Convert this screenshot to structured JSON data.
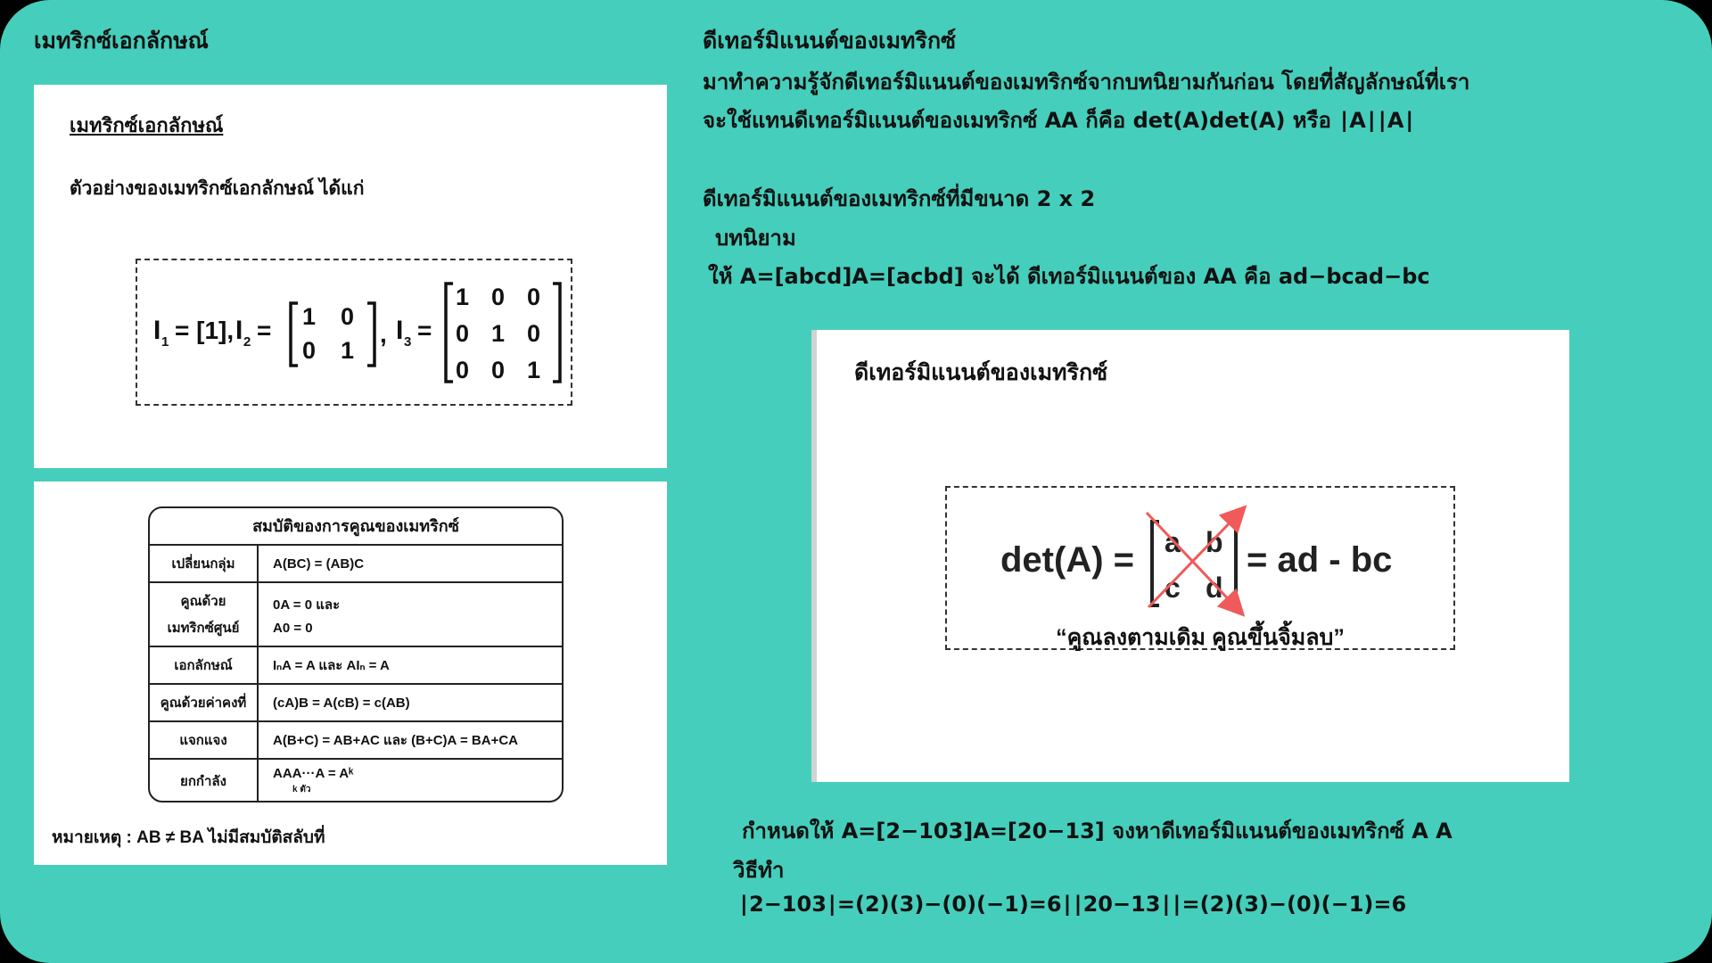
{
  "left": {
    "heading": "เมทริกซ์เอกลักษณ์",
    "card1": {
      "title": "เมทริกซ์เอกลักษณ์",
      "subtitle": "ตัวอย่างของเมทริกซ์เอกลักษณ์ ได้แก่",
      "i1": "I",
      "i1_sub": "1",
      "i1_eq": "= [1],",
      "i2": "I",
      "i2_sub": "2",
      "i2_eq": "=",
      "i3": "I",
      "i3_sub": "3",
      "i3_eq": "=",
      "sep": ",",
      "m2": [
        [
          "1",
          "0"
        ],
        [
          "0",
          "1"
        ]
      ],
      "m3": [
        [
          "1",
          "0",
          "0"
        ],
        [
          "0",
          "1",
          "0"
        ],
        [
          "0",
          "0",
          "1"
        ]
      ]
    },
    "card2": {
      "table_title": "สมบัติของการคูณของเมทริกซ์",
      "rows": [
        {
          "name": [
            "เปลี่ยนกลุ่ม"
          ],
          "value": [
            "A(BC) = (AB)C"
          ]
        },
        {
          "name": [
            "คูณด้วย",
            "เมทริกซ์ศูนย์"
          ],
          "value": [
            "0A = 0 และ",
            "A0 = 0"
          ]
        },
        {
          "name": [
            "เอกลักษณ์"
          ],
          "value": [
            "IₙA = A และ AIₙ = A"
          ]
        },
        {
          "name": [
            "คูณด้วยค่าคงที่"
          ],
          "value": [
            "(cA)B = A(cB) = c(AB)"
          ]
        },
        {
          "name": [
            "แจกแจง"
          ],
          "value": [
            "A(B+C) = AB+AC  และ  (B+C)A = BA+CA"
          ]
        },
        {
          "name": [
            "ยกกำลัง"
          ],
          "value": [
            "AAA···A = Aᵏ"
          ],
          "sub": "k ตัว"
        }
      ],
      "note": "หมายเหตุ : AB ≠ BA  ไม่มีสมบัติสลับที่"
    }
  },
  "right": {
    "heading": "ดีเทอร์มิแนนต์ของเมทริกซ์",
    "para_line1": "มาทำความรู้จักดีเทอร์มิแนนต์ของเมทริกซ์จากบทนิยามกันก่อน โดยที่สัญลักษณ์ที่เรา",
    "para_line2": "จะใช้แทนดีเทอร์มิแนนต์ของเมทริกซ์ AA ก็คือ det(A)det(A) หรือ ∣A∣∣A∣",
    "sub_heading": "ดีเทอร์มิแนนต์ของเมทริกซ์ที่มีขนาด 2 x 2",
    "definition_label": "บทนิยาม",
    "definition_text": "ให้ A=[abcd]A=[acbd] จะได้ ดีเทอร์มิแนนต์ของ AA คือ ad−bcad−bc",
    "card": {
      "title": "ดีเทอร์มิแนนต์ของเมทริกซ์",
      "det_lhs": "det(A) =",
      "det_rhs": "= ad - bc",
      "matrix": [
        [
          "a",
          "b"
        ],
        [
          "c",
          "d"
        ]
      ],
      "caption": "“คูณลงตามเดิม คูณขึ้นจิ้มลบ”"
    },
    "example_line1": "กำหนดให้ A=[2−103]A=[20−13] จงหาดีเทอร์มิแนนต์ของเมทริกซ์ A A",
    "example_line2": "วิธีทำ",
    "example_line3": "∣2−103∣=(2)(3)−(0)(−1)=6∣∣20−13∣∣=(2)(3)−(0)(−1)=6"
  },
  "colors": {
    "background": "#45CEBB",
    "card": "#FFFFFF",
    "cross_arrow": "#F05A5A"
  }
}
